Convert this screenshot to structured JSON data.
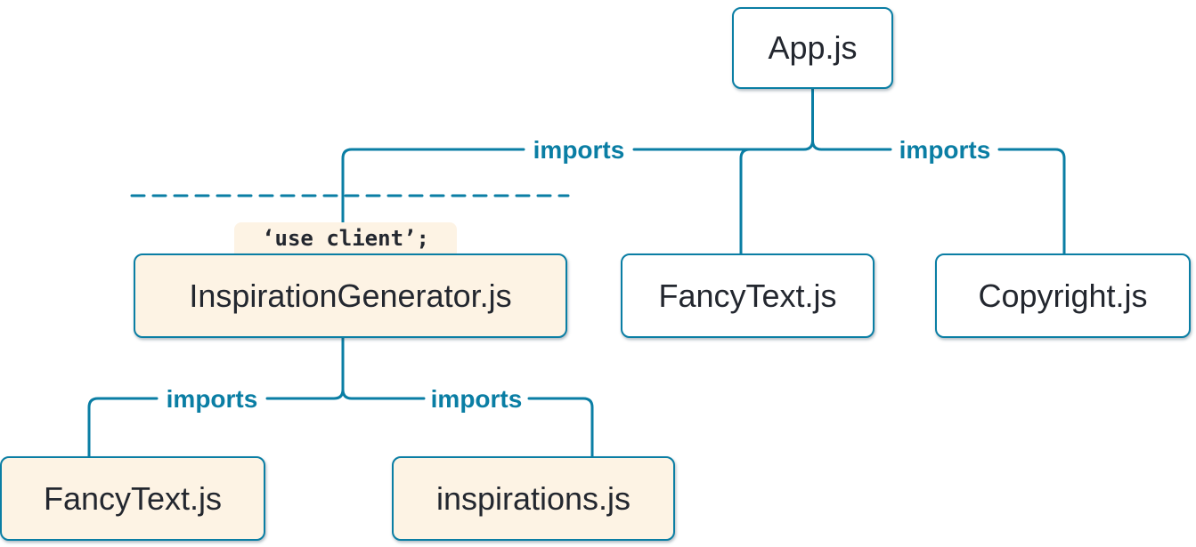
{
  "colors": {
    "edge_line": "#0a7ea4",
    "imports_label_text": "#0a7ea4",
    "module_label_text": "#23272f",
    "client_module_bg": "#fdf3e4",
    "server_module_bg": "#ffffff"
  },
  "edge_label": "imports",
  "nodes": {
    "app": {
      "label": "App.js",
      "kind": "server"
    },
    "inspiration_generator": {
      "label": "InspirationGenerator.js",
      "directive": "‘use client’;",
      "kind": "client"
    },
    "fancy_text_top": {
      "label": "FancyText.js",
      "kind": "server"
    },
    "copyright": {
      "label": "Copyright.js",
      "kind": "server"
    },
    "fancy_text_bottom": {
      "label": "FancyText.js",
      "kind": "client"
    },
    "inspirations": {
      "label": "inspirations.js",
      "kind": "client"
    }
  },
  "edges": [
    {
      "from": "App.js",
      "to": "InspirationGenerator.js",
      "label": "imports"
    },
    {
      "from": "App.js",
      "to": "FancyText.js",
      "label": "imports"
    },
    {
      "from": "App.js",
      "to": "Copyright.js",
      "label": "imports"
    },
    {
      "from": "InspirationGenerator.js",
      "to": "FancyText.js",
      "label": "imports"
    },
    {
      "from": "InspirationGenerator.js",
      "to": "inspirations.js",
      "label": "imports"
    }
  ]
}
